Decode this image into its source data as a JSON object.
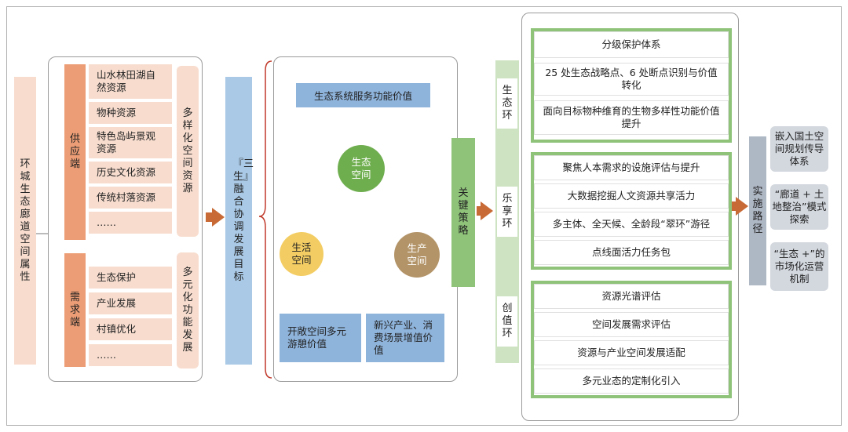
{
  "left": {
    "root": "环城生态廊道空间属性",
    "supply": {
      "label": "供应端",
      "items": [
        "山水林田湖自然资源",
        "物种资源",
        "特色岛屿景观资源",
        "历史文化资源",
        "传统村落资源",
        "……"
      ],
      "summary": "多样化空间资源"
    },
    "demand": {
      "label": "需求端",
      "items": [
        "生态保护",
        "产业发展",
        "村镇优化",
        "……"
      ],
      "summary": "多元化功能发展"
    }
  },
  "goal": "『三生』融合协调发展目标",
  "center": {
    "top_value": "生态系统服务功能价值",
    "circles": {
      "eco": "生态空间",
      "life": "生活空间",
      "prod": "生产空间"
    },
    "bottom_left": "开敞空间多元游憩价值",
    "bottom_right": "新兴产业、消费场景增值价值"
  },
  "strategy": "关键策略",
  "rings": [
    {
      "label": "生态环",
      "items": [
        "分级保护体系",
        "25 处生态战略点、6 处断点识别与价值转化",
        "面向目标物种维育的生物多样性功能价值提升"
      ]
    },
    {
      "label": "乐享环",
      "items": [
        "聚焦人本需求的设施评估与提升",
        "大数据挖掘人文资源共享活力",
        "多主体、全天候、全龄段“翠环”游径",
        "点线面活力任务包"
      ]
    },
    {
      "label": "创值环",
      "items": [
        "资源光谱评估",
        "空间发展需求评估",
        "资源与产业空间发展适配",
        "多元业态的定制化引入"
      ]
    }
  ],
  "path": {
    "label": "实施路径",
    "items": [
      "嵌入国土空间规划传导体系",
      "“廊道 + 土地整治”模式探索",
      "“生态 +”的市场化运营机制"
    ]
  },
  "colors": {
    "peach": "#f8ddcf",
    "orange": "#ec9d75",
    "blue": "#a9c9e6",
    "green": "#8fc37a",
    "grey": "#aeb7c4",
    "arrow": "#c86a35"
  }
}
